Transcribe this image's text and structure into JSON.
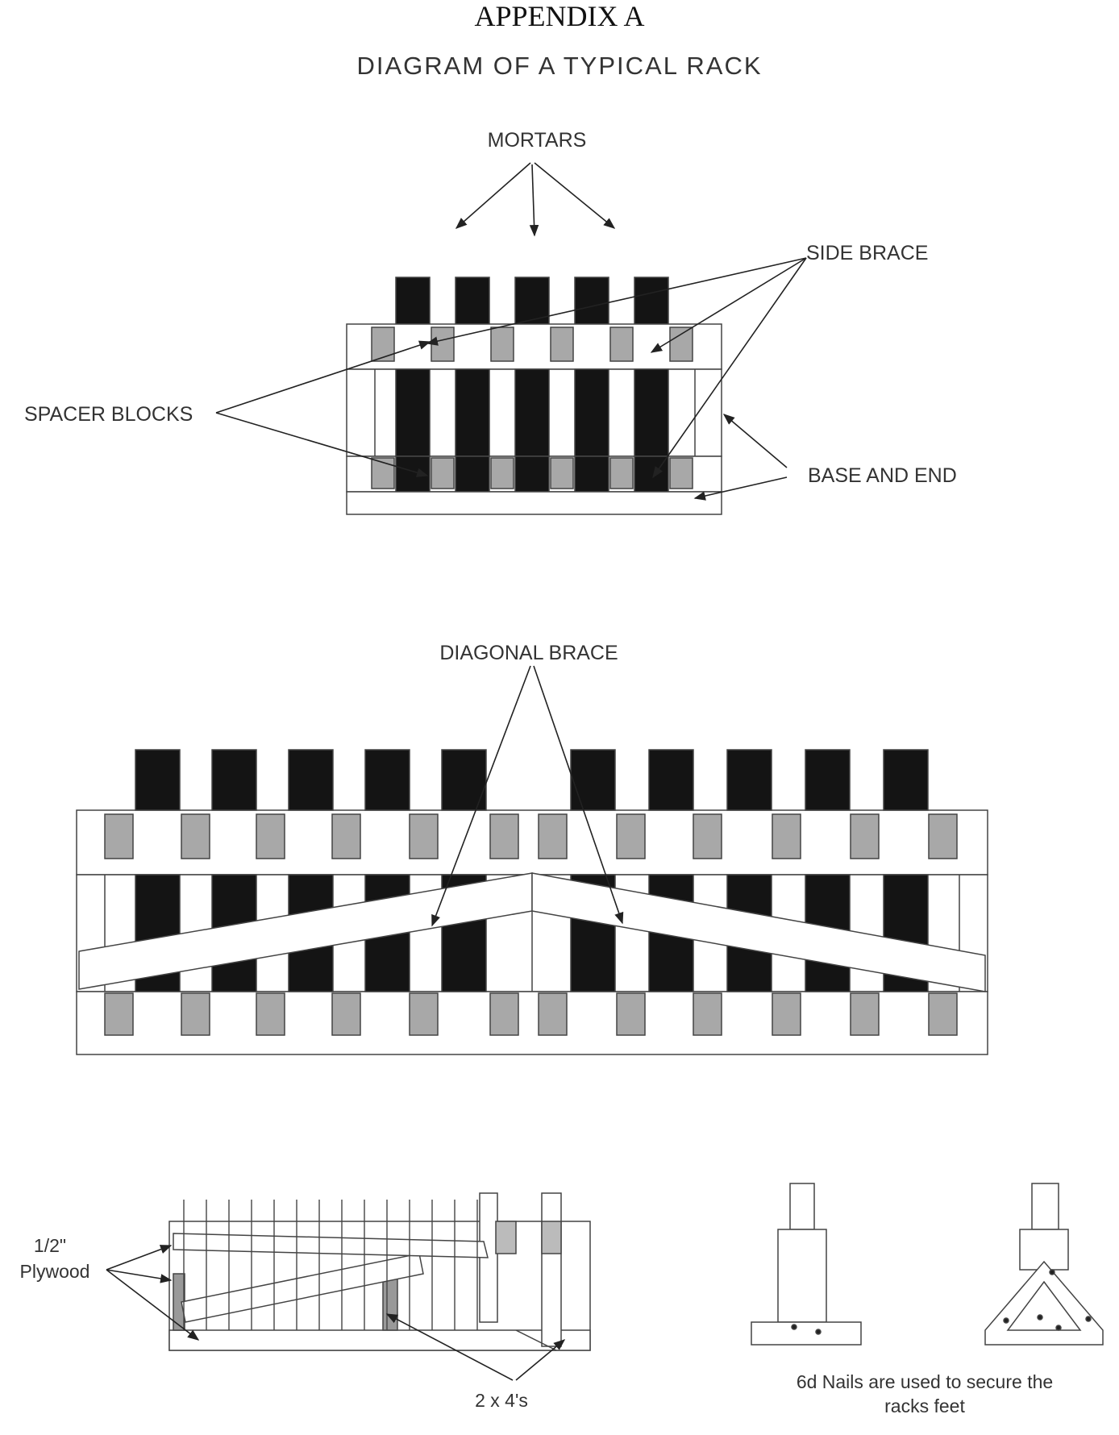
{
  "header": {
    "title": "APPENDIX A",
    "subtitle": "DIAGRAM OF A TYPICAL RACK"
  },
  "labels": {
    "mortars": "MORTARS",
    "side_brace": "SIDE BRACE",
    "spacer_blocks": "SPACER BLOCKS",
    "base_and_end": "BASE AND END",
    "diagonal_brace": "DIAGONAL BRACE",
    "plywood_1": "1/2\"",
    "plywood_2": "Plywood",
    "two_by_fours": "2 x 4's",
    "nails_1": "6d Nails are used to secure the",
    "nails_2": "racks feet"
  },
  "colors": {
    "mortar": "#141414",
    "spacer": "#a8a8a8",
    "wood": "#ffffff",
    "line": "#333333"
  },
  "counts": {
    "small_rack_mortars": 5,
    "large_rack_mortars": 10
  }
}
